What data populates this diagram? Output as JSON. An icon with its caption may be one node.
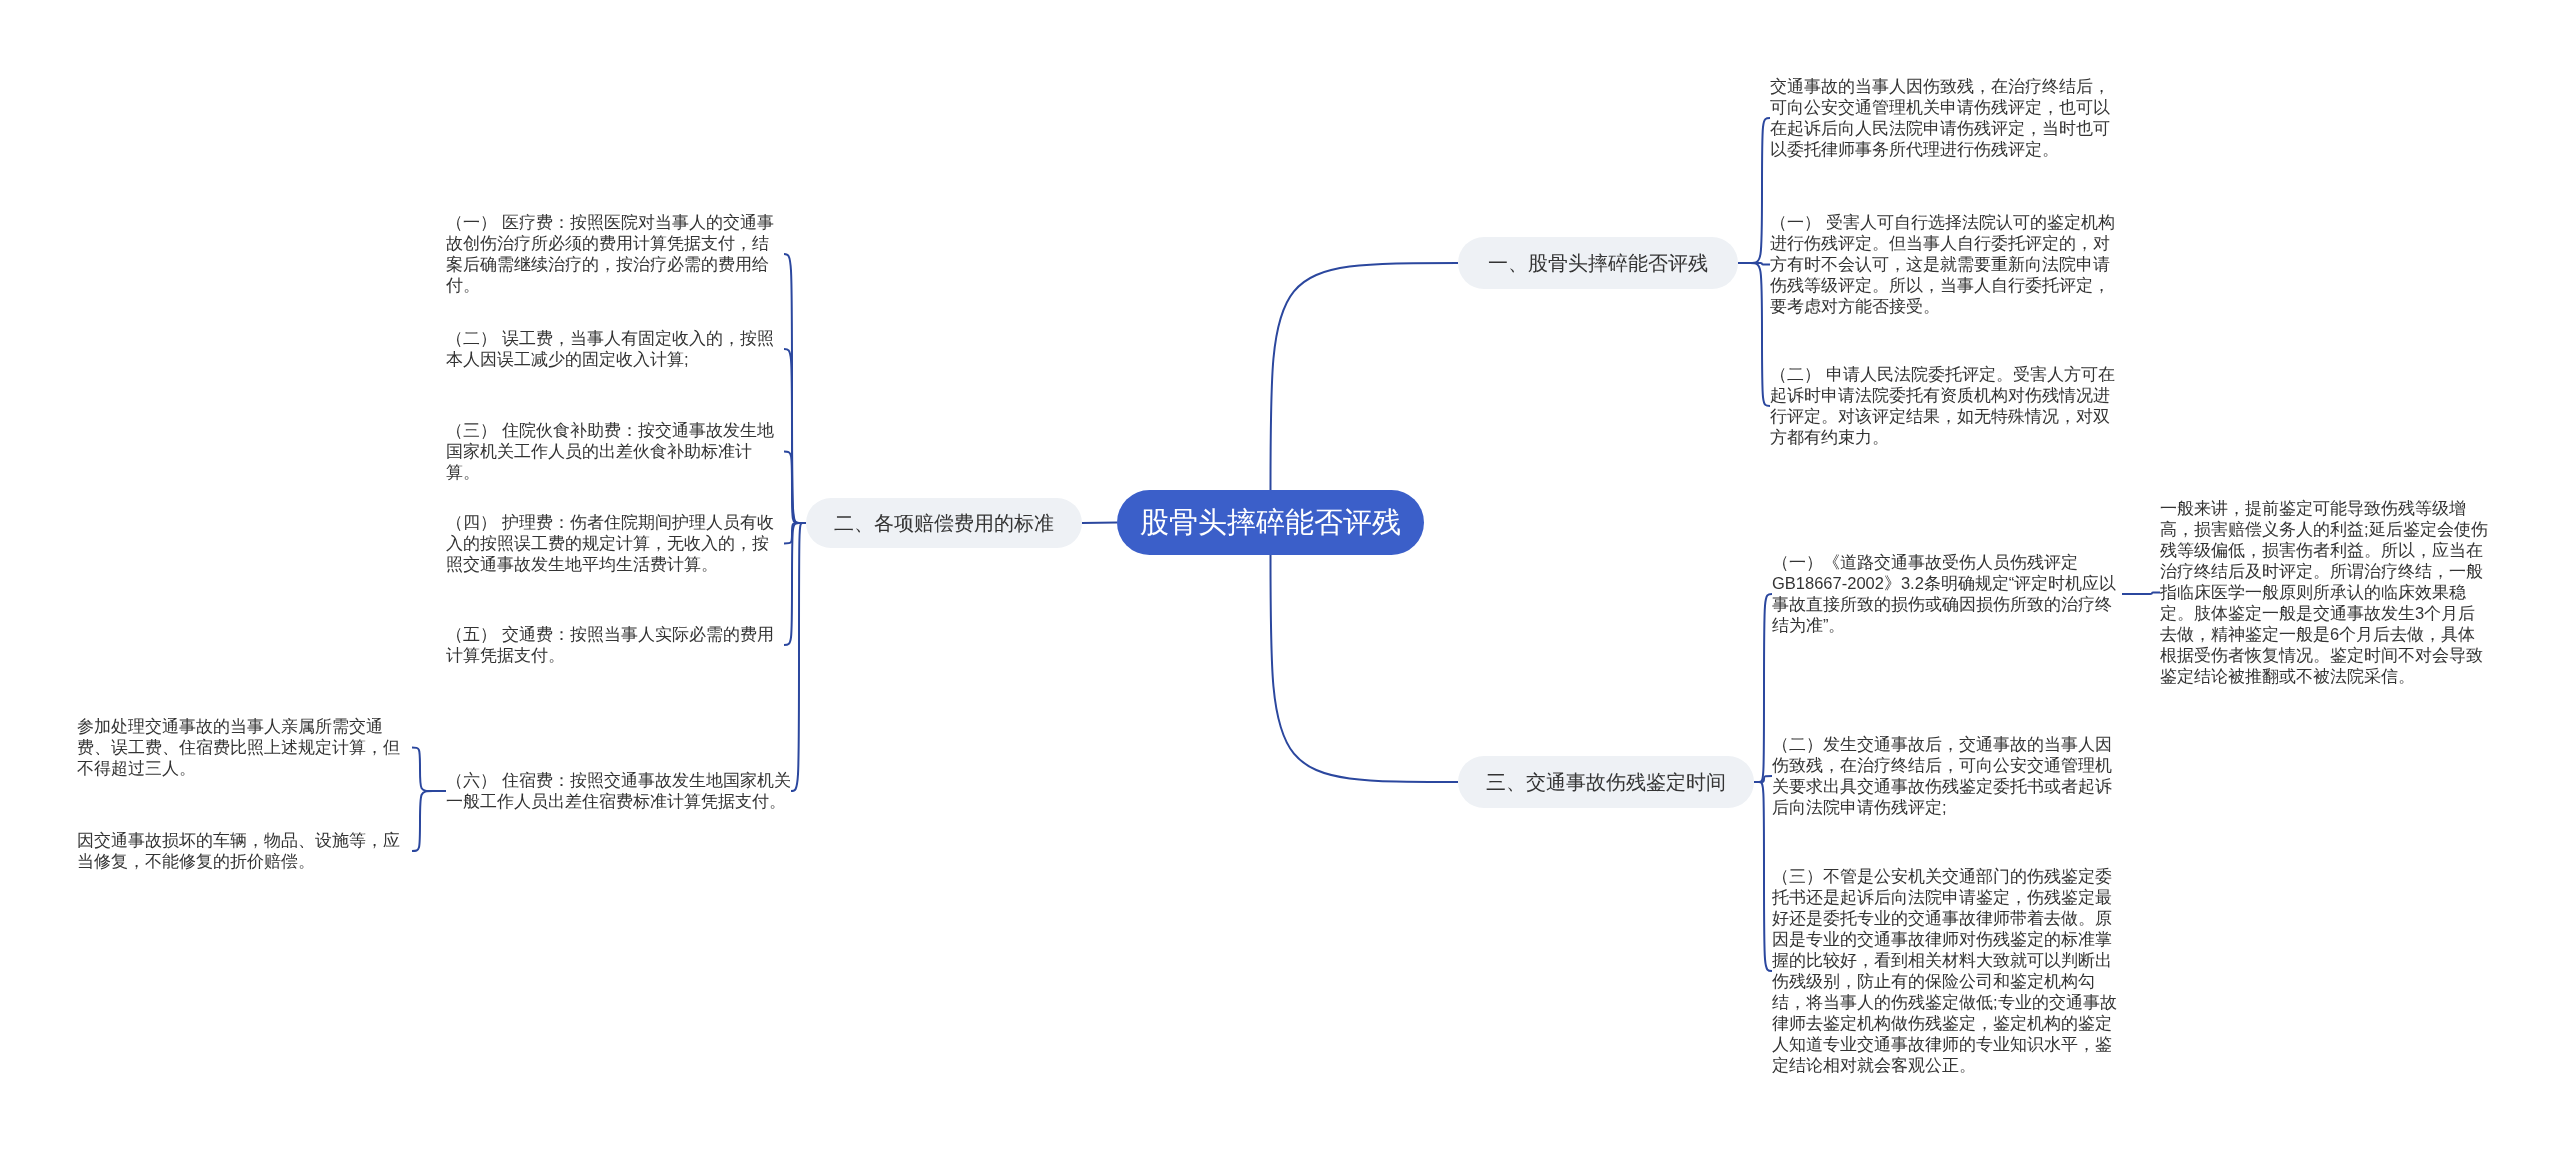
{
  "diagram": {
    "nodes": [
      {
        "text": [
          "股骨头摔碎能否评残"
        ]
      },
      {
        "text": [
          "一、股骨头摔碎能否评残"
        ]
      },
      {
        "text": [
          "二、各项赔偿费用的标准"
        ]
      },
      {
        "text": [
          "三、交通事故伤残鉴定时间"
        ]
      },
      {
        "text": [
          "交通事故的当事人因伤致残，在治疗终结后，可向公安交通管理机关申请伤残评定，也可以在起诉后向人民法院申请伤残评定，当时也可以委托律师事务所代理进行伤残评定。"
        ]
      },
      {
        "text": [
          "（一） 受害人可自行选择法院认可的鉴定机构进行伤残评定。但当事人自行委托评定的，对方有时不会认可，这是就需要重新向法院申请伤残等级评定。所以，当事人自行委托评定，要考虑对方能否接受。"
        ]
      },
      {
        "text": [
          "（二） 申请人民法院委托评定。受害人方可在起诉时申请法院委托有资质机构对伤残情况进行评定。对该评定结果，如无特殊情况，对双方都有约束力。"
        ]
      },
      {
        "text": [
          "（一）《道路交通事故受伤人员伤残评定GB18667-2002》3.2条明确规定“评定时机应以事故直接所致的损伤或确因损伤所致的治疗终结为准”。"
        ]
      },
      {
        "text": [
          "一般来讲，提前鉴定可能导致伤残等级增高，损害赔偿义务人的利益;延后鉴定会使伤残等级偏低，损害伤者利益。所以，应当在治疗终结后及时评定。所谓治疗终结，一般指临床医学一般原则所承认的临床效果稳定。肢体鉴定一般是交通事故发生3个月后去做，精神鉴定一般是6个月后去做，具体根据受伤者恢复情况。鉴定时间不对会导致鉴定结论被推翻或不被法院采信。"
        ]
      },
      {
        "text": [
          "（二）发生交通事故后，交通事故的当事人因伤致残，在治疗终结后，可向公安交通管理机关要求出具交通事故伤残鉴定委托书或者起诉后向法院申请伤残评定;"
        ]
      },
      {
        "text": [
          "（三）不管是公安机关交通部门的伤残鉴定委托书还是起诉后向法院申请鉴定，伤残鉴定最好还是委托专业的交通事故律师带着去做。原因是专业的交通事故律师对伤残鉴定的标准掌握的比较好，看到相关材料大致就可以判断出伤残级别，防止有的保险公司和鉴定机构勾结，将当事人的伤残鉴定做低;专业的交通事故律师去鉴定机构做伤残鉴定，鉴定机构的鉴定人知道专业交通事故律师的专业知识水平，鉴定结论相对就会客观公正。"
        ]
      },
      {
        "text": [
          "（一） 医疗费：按照医院对当事人的交通事故创伤治疗所必须的费用计算凭据支付，结案后确需继续治疗的，按治疗必需的费用给付。"
        ]
      },
      {
        "text": [
          "（二） 误工费，当事人有固定收入的，按照本人因误工减少的固定收入计算;"
        ]
      },
      {
        "text": [
          "（三） 住院伙食补助费：按交通事故发生地国家机关工作人员的出差伙食补助标准计算。"
        ]
      },
      {
        "text": [
          "（四） 护理费：伤者住院期间护理人员有收入的按照误工费的规定计算，无收入的，按照交通事故发生地平均生活费计算。"
        ]
      },
      {
        "text": [
          "（五） 交通费：按照当事人实际必需的费用计算凭据支付。"
        ]
      },
      {
        "text": [
          "（六） 住宿费：按照交通事故发生地国家机关一般工作人员出差住宿费标准计算凭据支付。"
        ]
      },
      {
        "text": [
          "参加处理交通事故的当事人亲属所需交通费、误工费、住宿费比照上述规定计算，但不得超过三人。"
        ]
      },
      {
        "text": [
          "因交通事故损坏的车辆，物品、设施等，应当修复，不能修复的折价赔偿。"
        ]
      }
    ],
    "edges": [
      {
        "from": 0,
        "to": 1,
        "arrow": "none"
      },
      {
        "from": 0,
        "to": 2,
        "arrow": "none"
      },
      {
        "from": 0,
        "to": 3,
        "arrow": "none"
      },
      {
        "from": 1,
        "to": 4,
        "arrow": "none"
      },
      {
        "from": 1,
        "to": 5,
        "arrow": "none"
      },
      {
        "from": 1,
        "to": 6,
        "arrow": "none"
      },
      {
        "from": 3,
        "to": 7,
        "arrow": "none"
      },
      {
        "from": 7,
        "to": 8,
        "arrow": "none"
      },
      {
        "from": 3,
        "to": 9,
        "arrow": "none"
      },
      {
        "from": 3,
        "to": 10,
        "arrow": "none"
      },
      {
        "from": 2,
        "to": 11,
        "arrow": "none"
      },
      {
        "from": 2,
        "to": 12,
        "arrow": "none"
      },
      {
        "from": 2,
        "to": 13,
        "arrow": "none"
      },
      {
        "from": 2,
        "to": 14,
        "arrow": "none"
      },
      {
        "from": 2,
        "to": 15,
        "arrow": "none"
      },
      {
        "from": 2,
        "to": 16,
        "arrow": "none"
      },
      {
        "from": 16,
        "to": 17,
        "arrow": "none"
      },
      {
        "from": 16,
        "to": 18,
        "arrow": "none"
      }
    ]
  }
}
